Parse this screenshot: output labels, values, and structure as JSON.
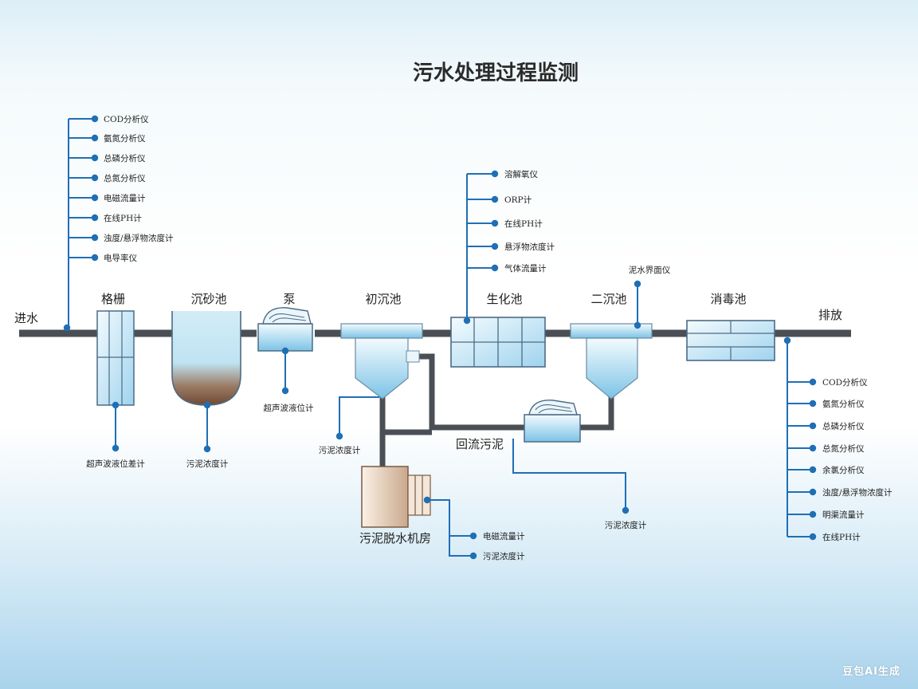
{
  "title": "污水处理过程监测",
  "stages": {
    "inlet": "进水",
    "screen": "格栅",
    "grit": "沉砂池",
    "pump": "泵",
    "primary": "初沉池",
    "bio": "生化池",
    "secondary": "二沉池",
    "disinfect": "消毒池",
    "outlet": "排放",
    "return_sludge": "回流污泥",
    "dewatering": "污泥脱水机房"
  },
  "inlet_instruments": [
    "COD分析仪",
    "氨氮分析仪",
    "总磷分析仪",
    "总氮分析仪",
    "电磁流量计",
    "在线PH计",
    "浊度/悬浮物浓度计",
    "电导率仪"
  ],
  "bio_instruments": [
    "溶解氧仪",
    "ORP计",
    "在线PH计",
    "悬浮物浓度计",
    "气体流量计"
  ],
  "outlet_instruments": [
    "COD分析仪",
    "氨氮分析仪",
    "总磷分析仪",
    "总氮分析仪",
    "余氯分析仪",
    "浊度/悬浮物浓度计",
    "明渠流量计",
    "在线PH计"
  ],
  "dewatering_instruments": [
    "电磁流量计",
    "污泥浓度计"
  ],
  "point_labels": {
    "screen_level": "超声波液位差计",
    "grit_sludge": "污泥浓度计",
    "pump_level": "超声波液位计",
    "primary_sludge": "污泥浓度计",
    "return_sludge": "污泥浓度计",
    "interface": "泥水界面仪"
  },
  "watermark": "豆包AI生成",
  "colors": {
    "bus": "#1f6fb5",
    "pipe": "#4a4f55",
    "tank": "#8fcbe8"
  }
}
